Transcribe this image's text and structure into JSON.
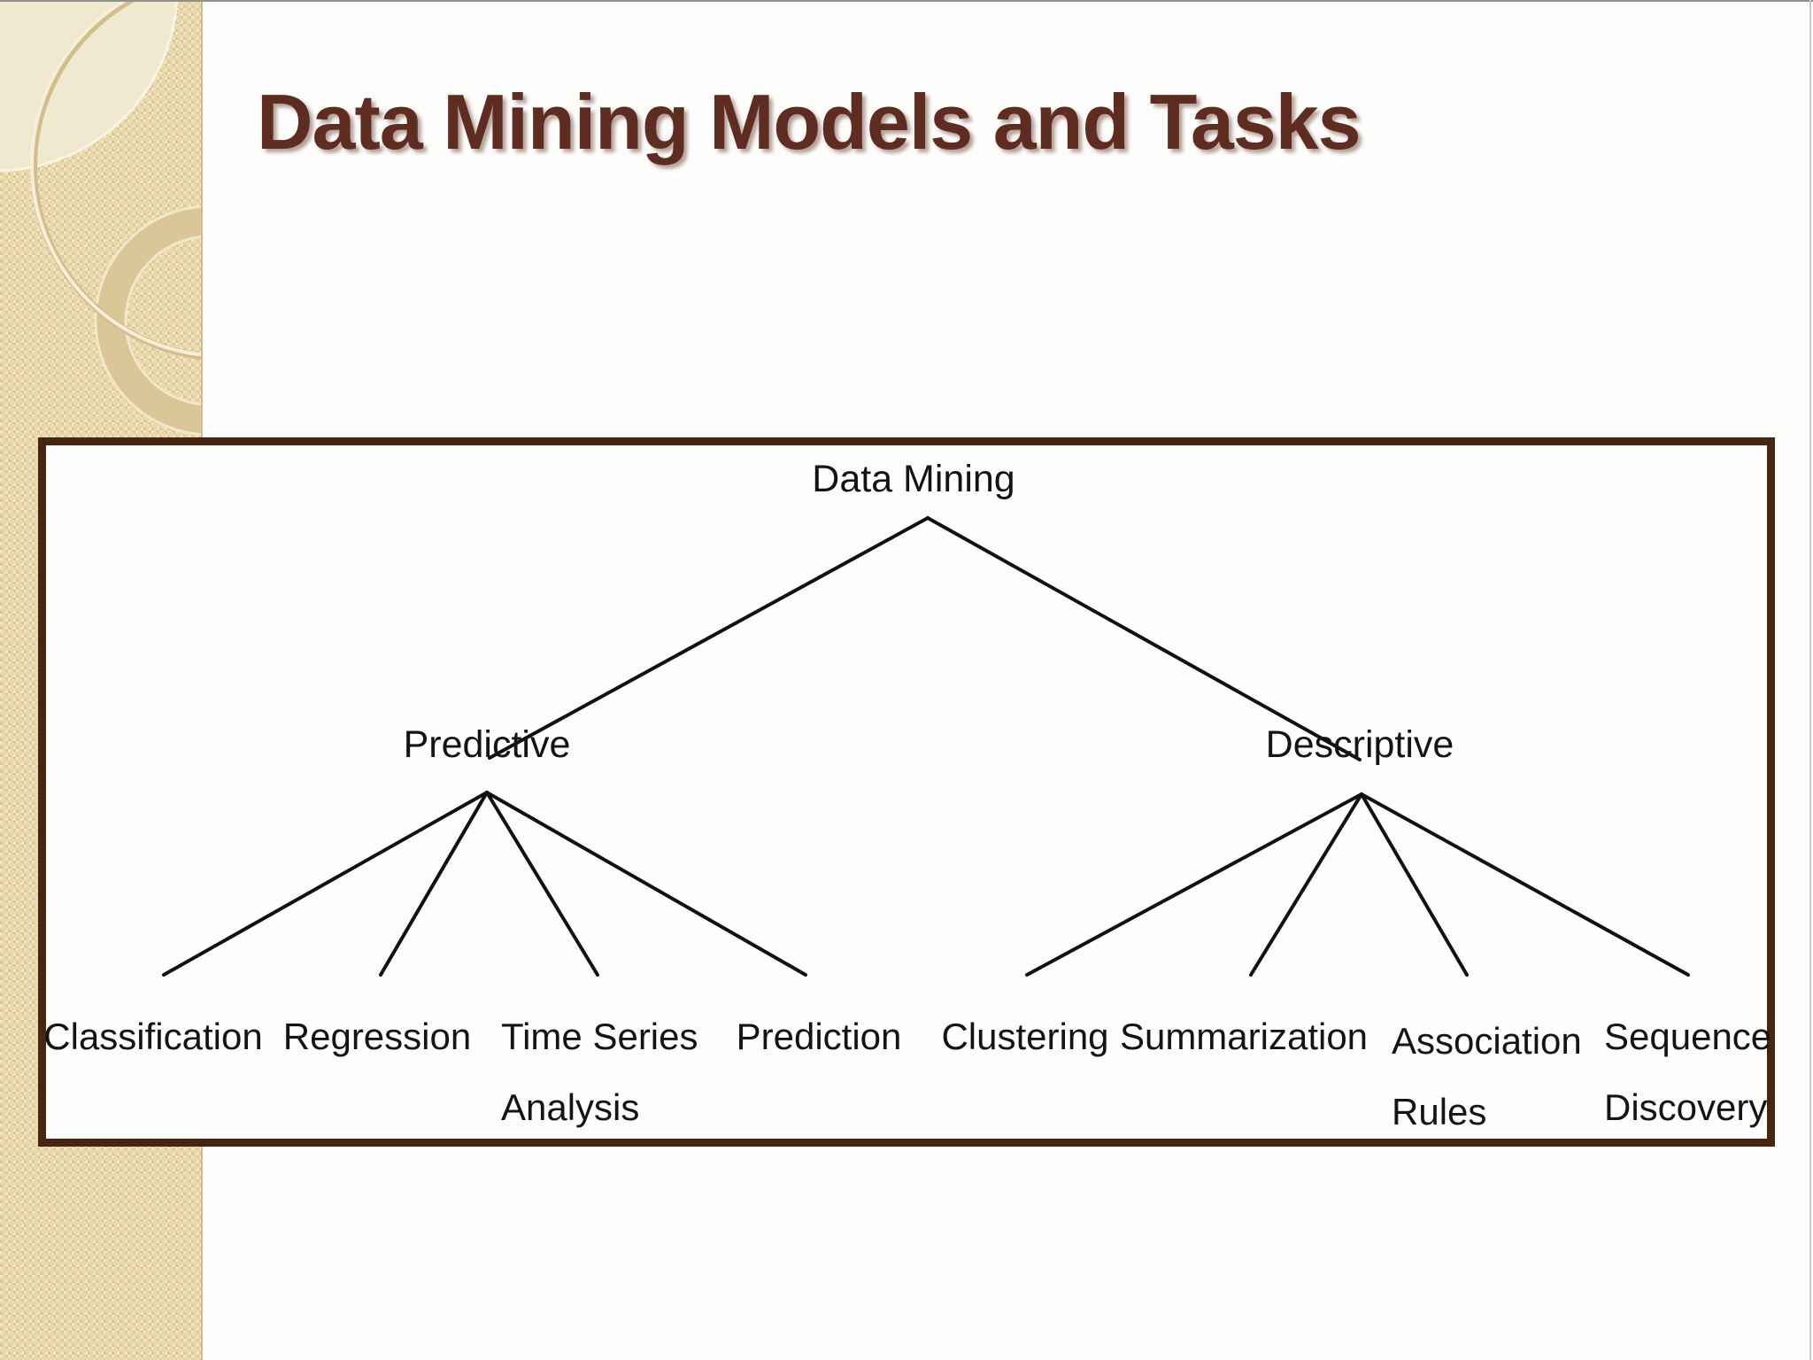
{
  "slide": {
    "title": "Data Mining Models and Tasks"
  },
  "tree": {
    "root": "Data Mining",
    "predictive": "Predictive",
    "descriptive": "Descriptive",
    "leaves": {
      "classification": "Classification",
      "regression": "Regression",
      "time_series_line1": "Time Series",
      "time_series_line2": "Analysis",
      "prediction": "Prediction",
      "clustering": "Clustering",
      "summarization": "Summarization",
      "association_line1": "Association",
      "association_line2": "Rules",
      "sequence_line1": "Sequence",
      "sequence_line2": "Discovery"
    }
  },
  "colors": {
    "title_text": "#5e2c21",
    "frame_border": "#4a2413",
    "sidebar_base": "#e9d9ac",
    "diagram_line": "#111111",
    "diagram_text": "#141414"
  }
}
